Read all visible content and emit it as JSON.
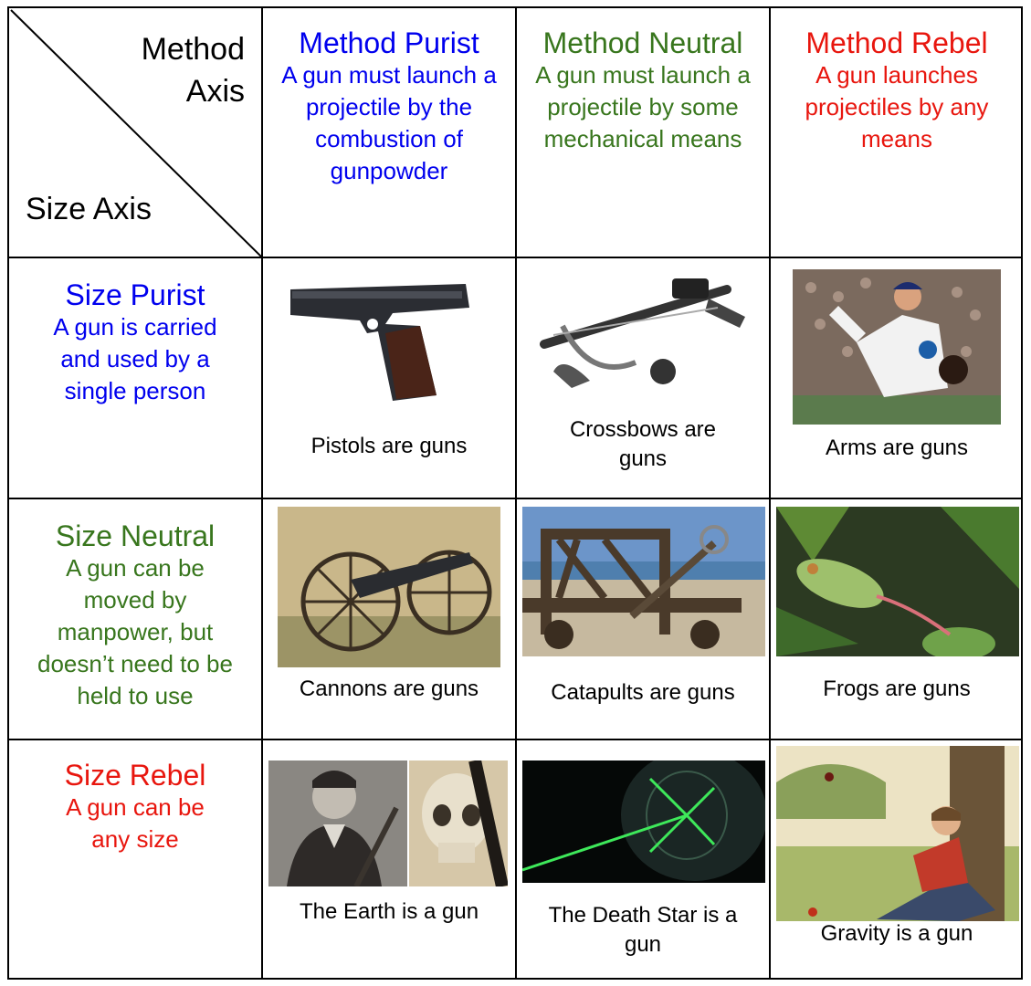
{
  "corner": {
    "method_axis": "Method\nAxis",
    "size_axis": "Size Axis"
  },
  "columns": [
    {
      "title": "Method Purist",
      "desc": "A gun must launch a projectile by the combustion of gunpowder",
      "color": "#0000ee"
    },
    {
      "title": "Method Neutral",
      "desc": "A gun must launch a projectile by some mechanical means",
      "color": "#38761d"
    },
    {
      "title": "Method Rebel",
      "desc": "A gun launches projectiles by any means",
      "color": "#e8160e"
    }
  ],
  "rows": [
    {
      "title": "Size Purist",
      "desc": "A gun is carried and used by a single person",
      "color": "#0000ee",
      "cells": [
        {
          "caption": "Pistols are guns",
          "icon": "pistol-image"
        },
        {
          "caption": "Crossbows are guns",
          "icon": "crossbow-image"
        },
        {
          "caption": "Arms are guns",
          "icon": "baseball-pitcher-image"
        }
      ]
    },
    {
      "title": "Size Neutral",
      "desc": "A gun can be moved by manpower, but doesn’t need to be held to use",
      "color": "#38761d",
      "cells": [
        {
          "caption": "Cannons are guns",
          "icon": "cannon-image"
        },
        {
          "caption": "Catapults are guns",
          "icon": "catapult-image"
        },
        {
          "caption": "Frogs are guns",
          "icon": "frog-image"
        }
      ]
    },
    {
      "title": "Size Rebel",
      "desc": "A gun can be any size",
      "color": "#e8160e",
      "cells": [
        {
          "caption": "The Earth is a gun",
          "icon": "phineas-gage-image"
        },
        {
          "caption": "The Death Star is a gun",
          "icon": "death-star-image"
        },
        {
          "caption": "Gravity is a gun",
          "icon": "newton-apple-image"
        }
      ]
    }
  ]
}
